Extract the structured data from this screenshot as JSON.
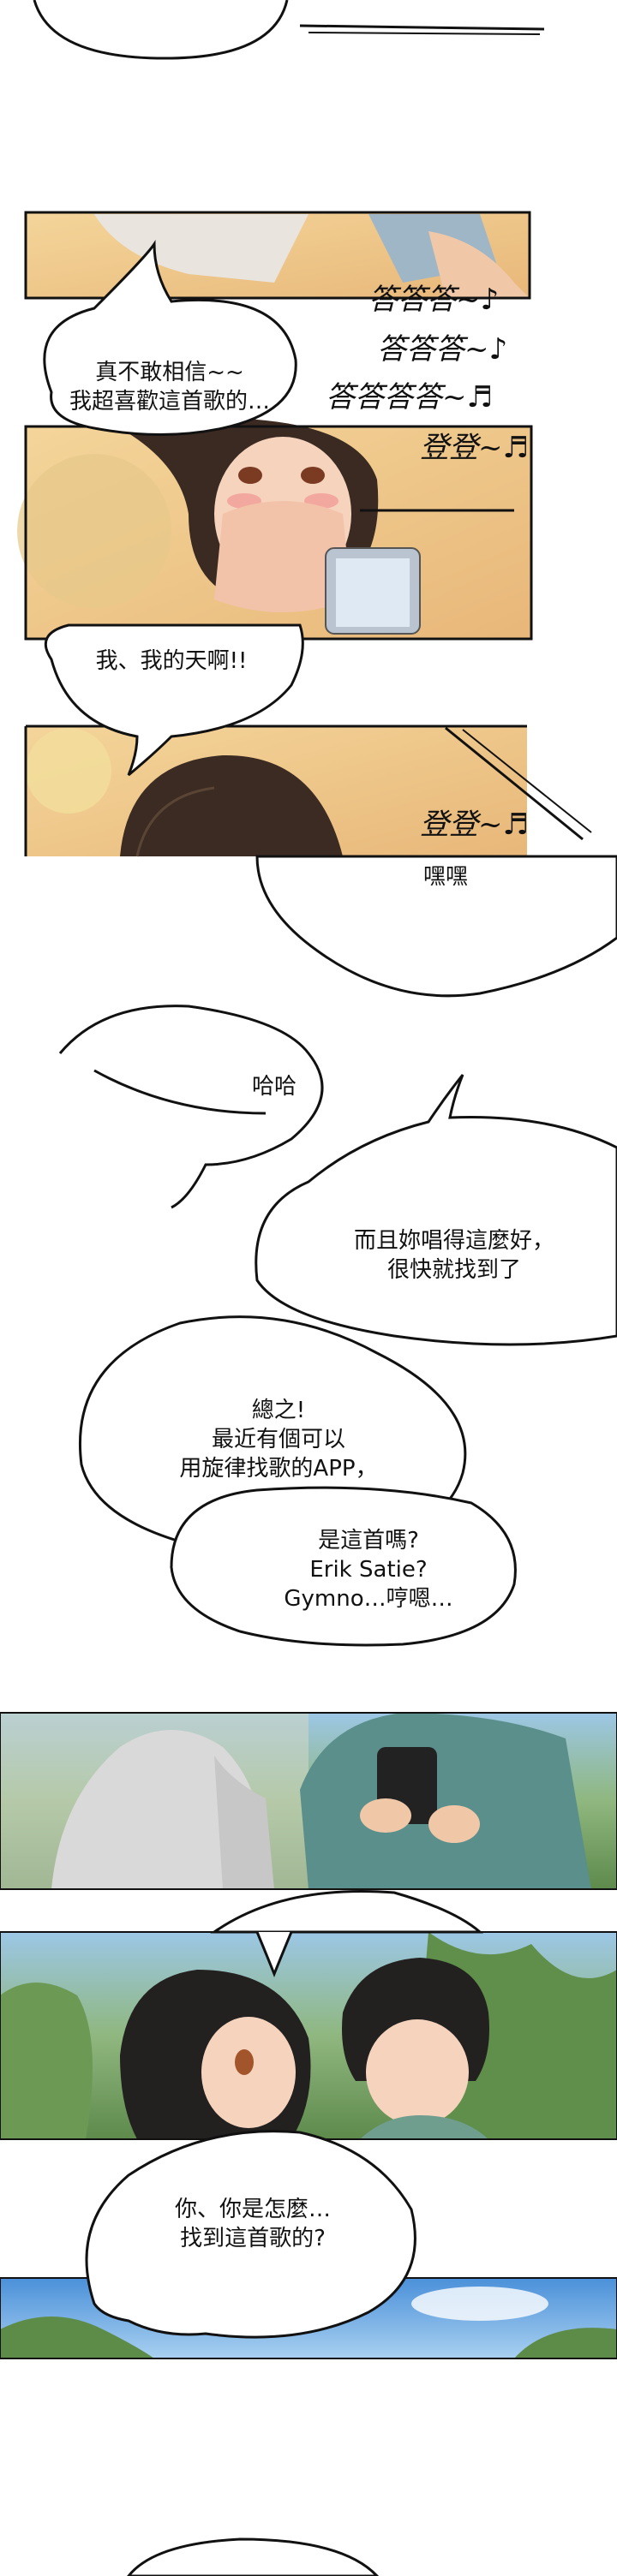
{
  "bubbles": {
    "unbelievable": "真不敢相信~~\n我超喜歡這首歌的…",
    "oh_my_god": "我、我的天啊!!",
    "hehe": "嘿嘿",
    "haha": "哈哈",
    "sang_well": "而且妳唱得這麼好，\n很快就找到了",
    "anyway": "總之!\n最近有個可以\n用旋律找歌的APP，",
    "is_this_song": "是這首嗎?\nErik Satie?\nGymno…哼嗯…",
    "how_did_you": "你、你是怎麼…\n找到這首歌的?"
  },
  "sfx": {
    "da_line1": "答答答~♪",
    "da_line2": "答答答~♪",
    "da_line3": "答答答答~♬",
    "deng1": "登登~♬",
    "deng2": "登登~♬"
  }
}
